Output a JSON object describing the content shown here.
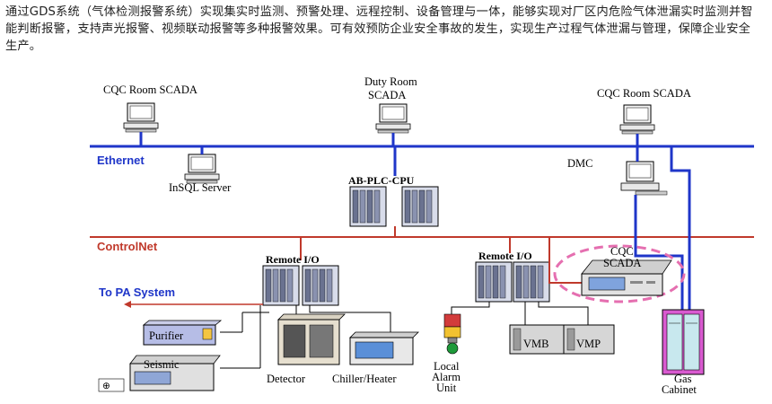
{
  "intro_text": "通过GDS系统（气体检测报警系统）实现集实时监测、预警处理、远程控制、设备管理与一体，能够实现对厂区内危险气体泄漏实时监测并智能判断报警，支持声光报警、视频联动报警等多种报警效果。可有效预防企业安全事故的发生，实现生产过程气体泄漏与管理，保障企业安全生产。",
  "colors": {
    "ethernet": "#1f36c9",
    "controlnet": "#c0392b",
    "highlight": "#e56fb0"
  },
  "labels": {
    "cqc_left": "CQC Room SCADA",
    "duty_line1": "Duty Room",
    "duty_line2": "SCADA",
    "cqc_right": "CQC Room SCADA",
    "ethernet": "Ethernet",
    "insql": "InSQL Server",
    "plc": "AB-PLC-CPU",
    "dmc": "DMC",
    "controlnet": "ControlNet",
    "remote_io_left": "Remote I/O",
    "remote_io_right": "Remote I/O",
    "cqc_scada_1": "CQC",
    "cqc_scada_2": "SCADA",
    "pa_system": "To PA System",
    "purifier": "Purifier",
    "seismic": "Seismic",
    "detector": "Detector",
    "chiller": "Chiller/Heater",
    "local_1": "Local",
    "local_2": "Alarm",
    "local_3": "Unit",
    "vmb": "VMB",
    "vmp": "VMP",
    "gas_1": "Gas",
    "gas_2": "Cabinet"
  },
  "icons": [
    "computer-icon",
    "server-rack-icon",
    "alarm-light-icon",
    "gas-cabinet-icon"
  ]
}
